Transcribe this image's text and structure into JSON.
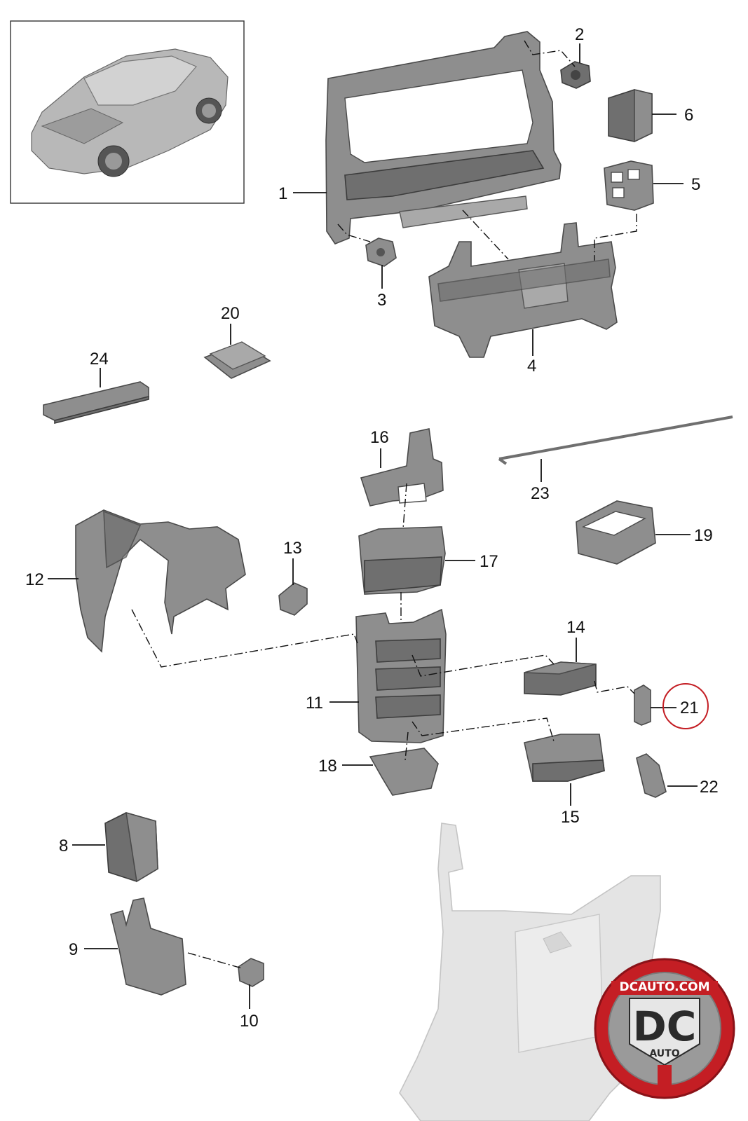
{
  "diagram": {
    "highlight_color": "#c41e24",
    "part_color": "#8e8e8e",
    "callouts": [
      {
        "id": "c1",
        "label": "1"
      },
      {
        "id": "c2",
        "label": "2"
      },
      {
        "id": "c3",
        "label": "3"
      },
      {
        "id": "c4",
        "label": "4"
      },
      {
        "id": "c5",
        "label": "5"
      },
      {
        "id": "c6",
        "label": "6"
      },
      {
        "id": "c8",
        "label": "8"
      },
      {
        "id": "c9",
        "label": "9"
      },
      {
        "id": "c10",
        "label": "10"
      },
      {
        "id": "c11",
        "label": "11"
      },
      {
        "id": "c12",
        "label": "12"
      },
      {
        "id": "c13",
        "label": "13"
      },
      {
        "id": "c14",
        "label": "14"
      },
      {
        "id": "c15",
        "label": "15"
      },
      {
        "id": "c16",
        "label": "16"
      },
      {
        "id": "c17",
        "label": "17"
      },
      {
        "id": "c18",
        "label": "18"
      },
      {
        "id": "c19",
        "label": "19"
      },
      {
        "id": "c20",
        "label": "20"
      },
      {
        "id": "c21",
        "label": "21",
        "highlighted": true
      },
      {
        "id": "c22",
        "label": "22"
      },
      {
        "id": "c23",
        "label": "23"
      },
      {
        "id": "c24",
        "label": "24"
      }
    ]
  },
  "watermark": {
    "domain": "DCAUTO.COM",
    "letters": "DC",
    "subtext": "AUTO",
    "colors": {
      "ring": "#c41e24",
      "inner": "#9a9a9a",
      "letters": "#2b2b2b"
    }
  }
}
